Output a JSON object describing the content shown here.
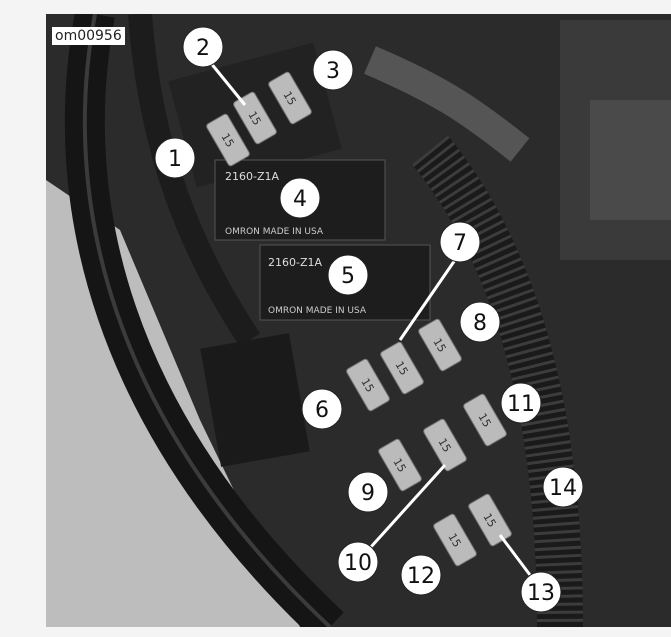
{
  "figure_id": "om00956",
  "fuse_rating": "15",
  "relay_text": {
    "code": "2160-Z1A",
    "maker": "OMRON MADE IN USA"
  },
  "callouts": [
    {
      "number": "1"
    },
    {
      "number": "2"
    },
    {
      "number": "3"
    },
    {
      "number": "4"
    },
    {
      "number": "5"
    },
    {
      "number": "6"
    },
    {
      "number": "7"
    },
    {
      "number": "8"
    },
    {
      "number": "9"
    },
    {
      "number": "10"
    },
    {
      "number": "11"
    },
    {
      "number": "12"
    },
    {
      "number": "13"
    },
    {
      "number": "14"
    }
  ]
}
